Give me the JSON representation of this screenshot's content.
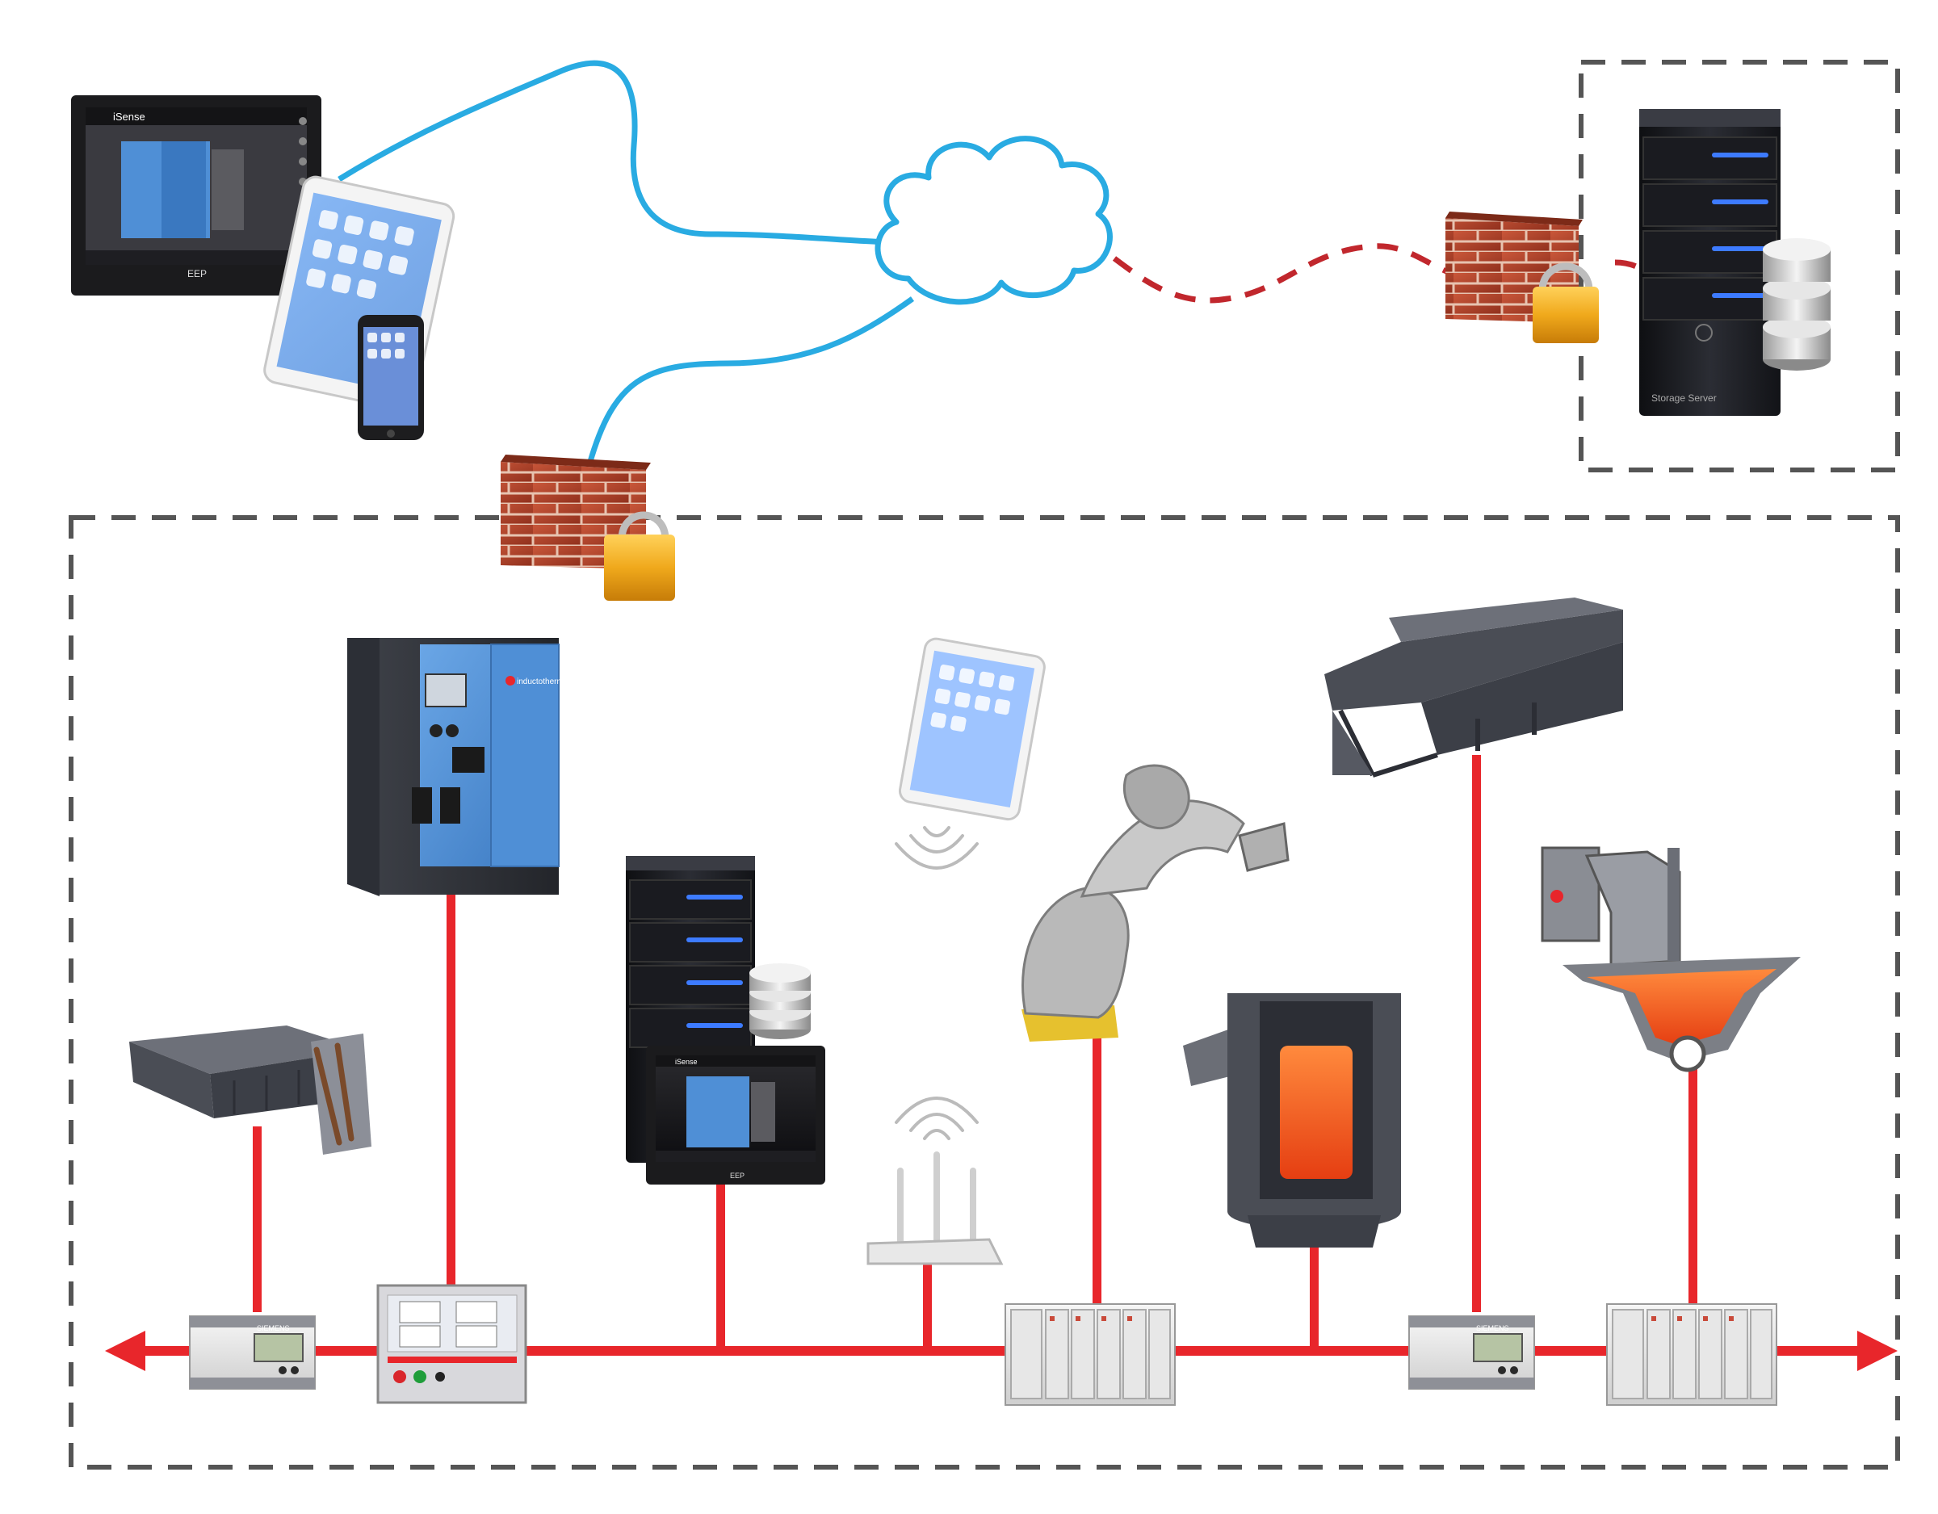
{
  "colors": {
    "bus": "#e8262b",
    "cloud_link": "#29abe2",
    "secure_link": "#c1272d",
    "boundary": "#555555",
    "brick": "#b5432a",
    "lock": "#e8a317",
    "server_dark": "#1e1f24",
    "server_blue": "#3d7bff",
    "blue_cabinet": "#4f8fd6"
  },
  "brand": {
    "hmi_logo": "iSense",
    "hmi_footer": "EEP",
    "cabinet_logo": "inductotherm",
    "plc_brand": "SIEMENS",
    "server_label": "Storage Server"
  },
  "icons": {
    "cloud": "cloud-icon",
    "firewall": "brick-wall-lock-icon",
    "server": "tower-server-icon",
    "database": "database-icon",
    "wireless": "wifi-signal-icon",
    "router": "wireless-router-icon",
    "plc": "plc-module-icon"
  }
}
